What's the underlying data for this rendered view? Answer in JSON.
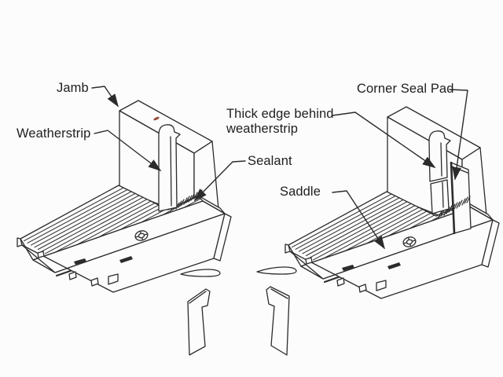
{
  "colors": {
    "line": "#2b2b2b",
    "background": "#fcfcfc",
    "accent_mark": "#96503e"
  },
  "labels": {
    "jamb": "Jamb",
    "weatherstrip": "Weatherstrip",
    "sealant": "Sealant",
    "thick_edge": "Thick edge behind weatherstrip",
    "corner_seal_pad": "Corner Seal Pad",
    "saddle": "Saddle"
  }
}
